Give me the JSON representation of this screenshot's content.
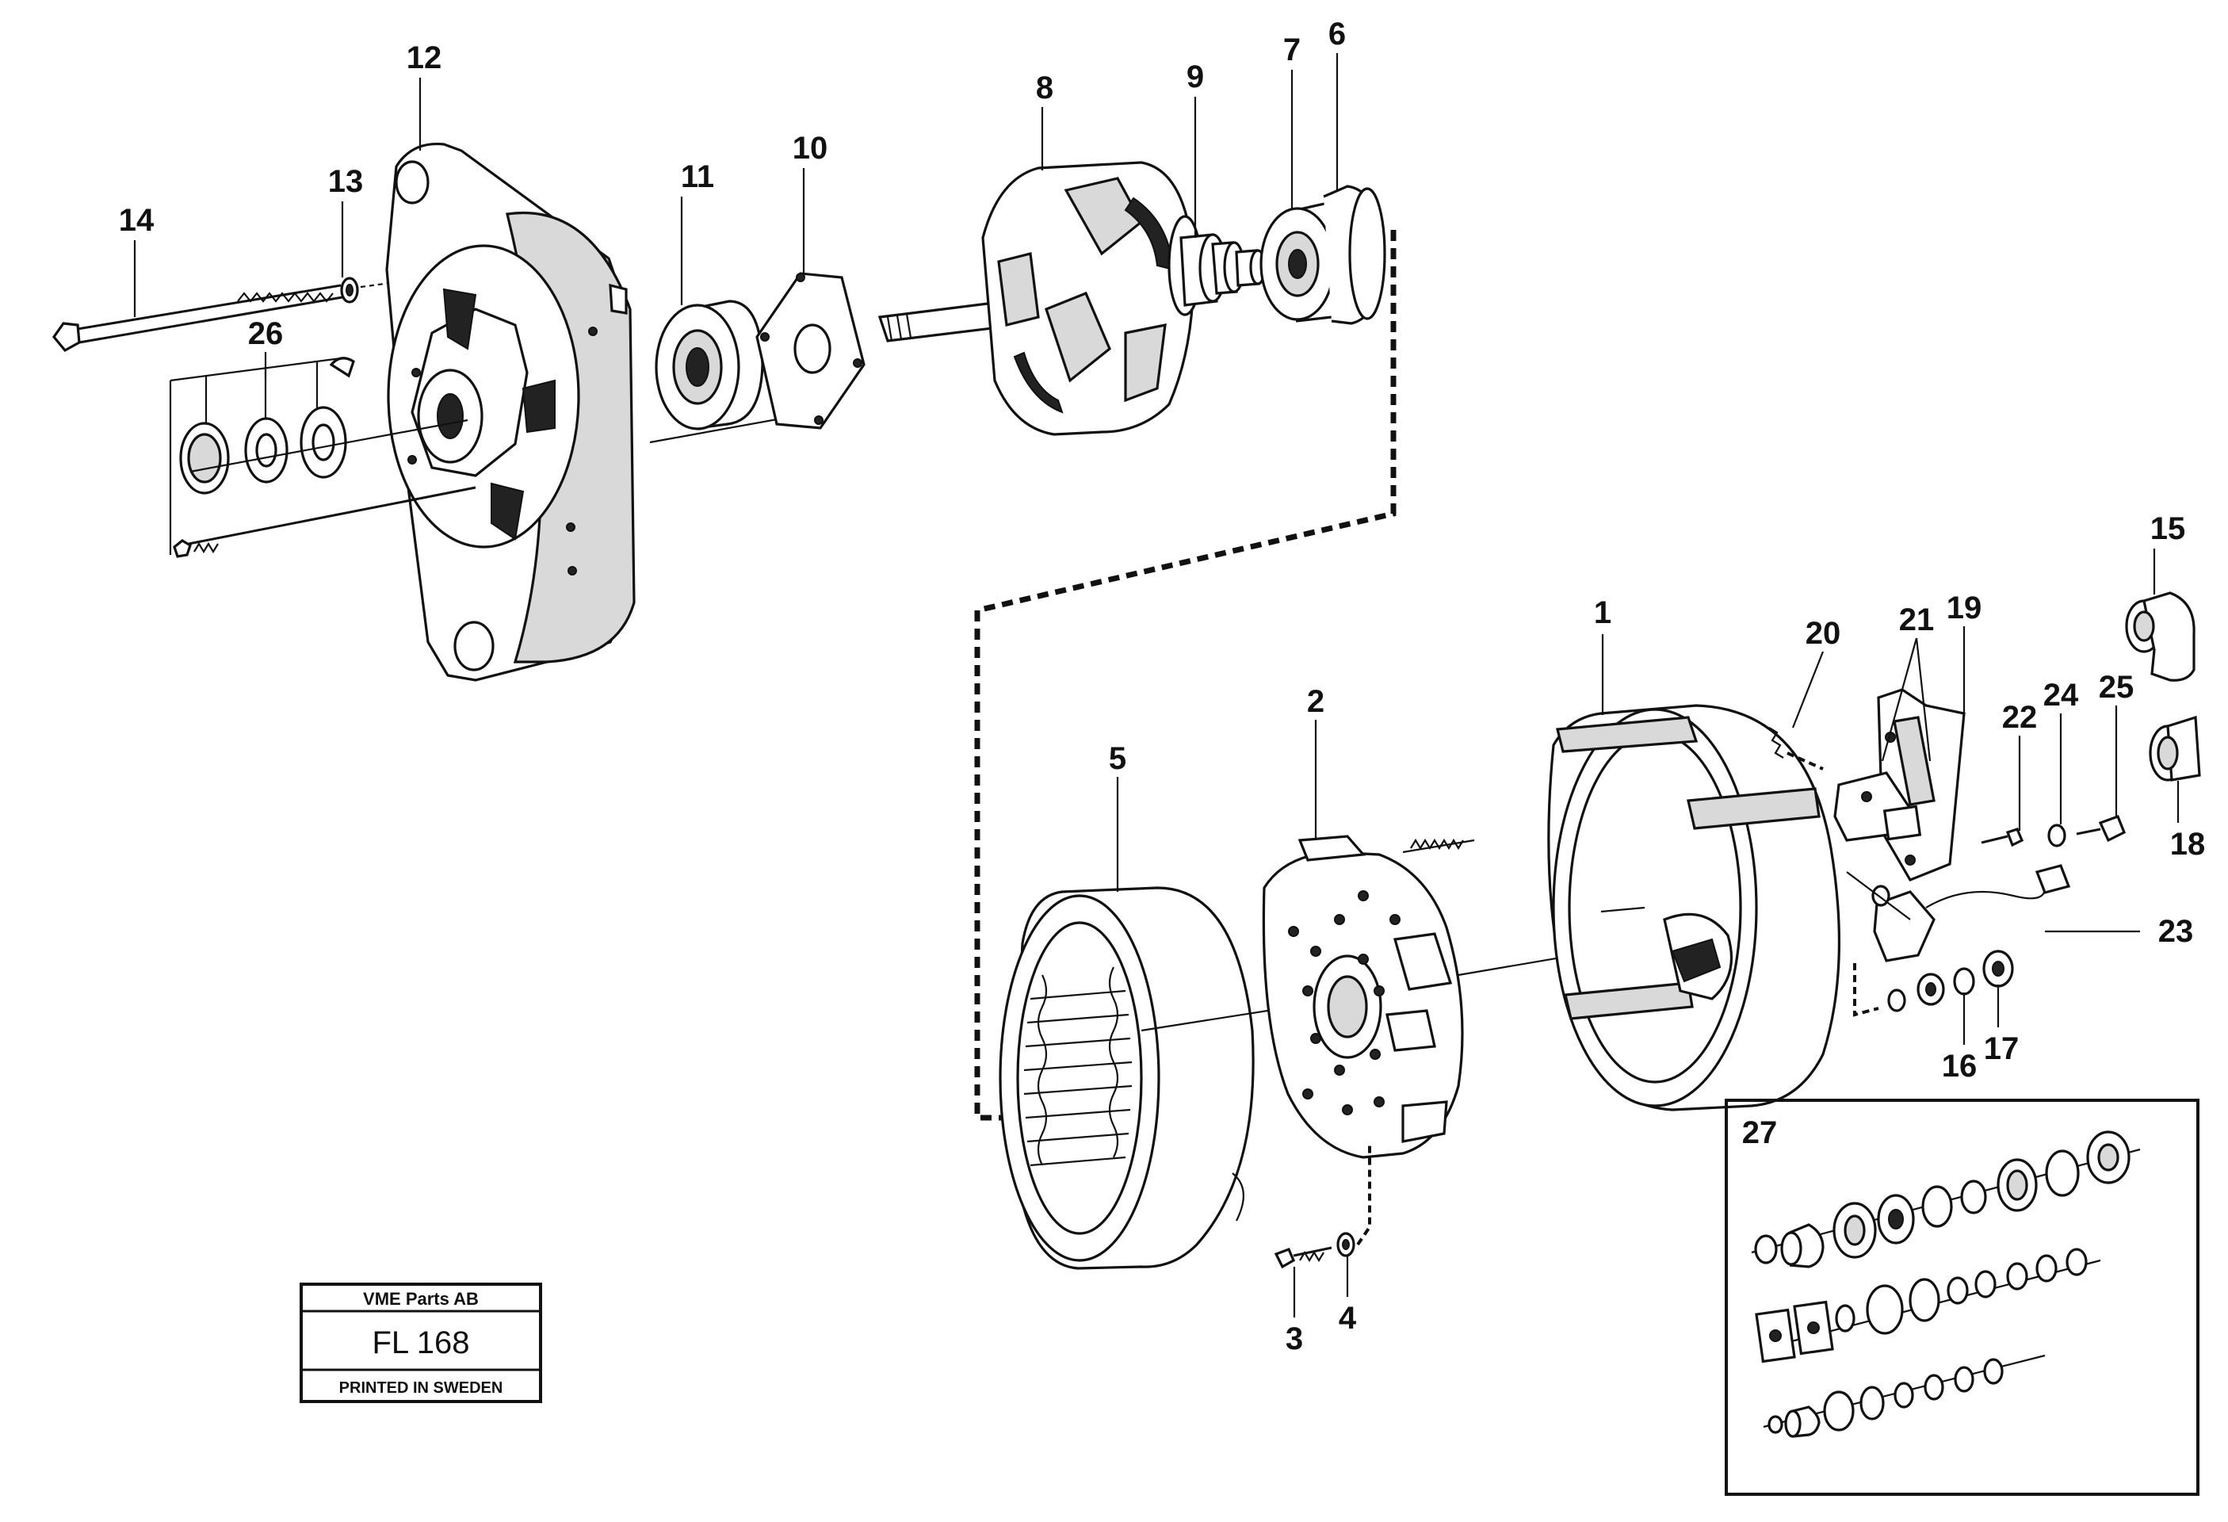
{
  "callouts": {
    "c1": "1",
    "c2": "2",
    "c3": "3",
    "c4": "4",
    "c5": "5",
    "c6": "6",
    "c7": "7",
    "c8": "8",
    "c9": "9",
    "c10": "10",
    "c11": "11",
    "c12": "12",
    "c13": "13",
    "c14": "14",
    "c15": "15",
    "c16": "16",
    "c17": "17",
    "c18": "18",
    "c19": "19",
    "c20": "20",
    "c21": "21",
    "c22": "22",
    "c23": "23",
    "c24": "24",
    "c25": "25",
    "c26": "26",
    "c27": "27"
  },
  "stamp": {
    "company": "VME Parts AB",
    "code": "FL 168",
    "printed": "PRINTED IN SWEDEN"
  }
}
